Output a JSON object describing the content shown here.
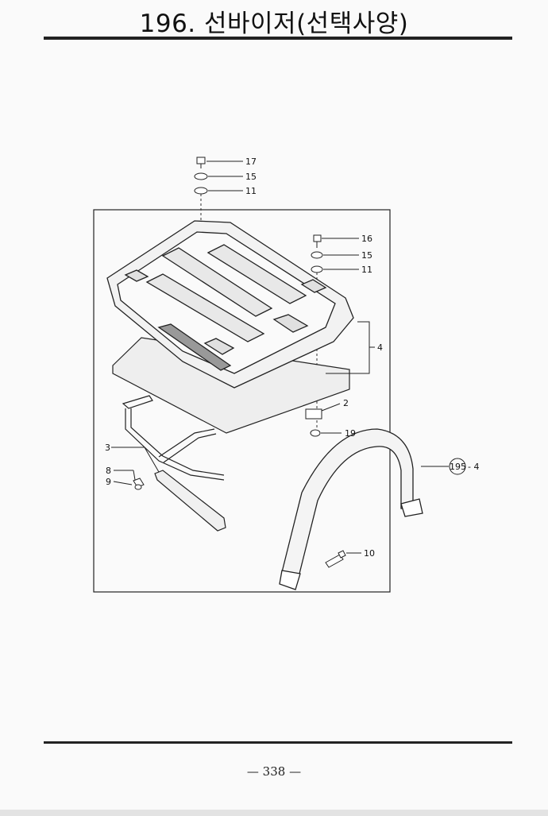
{
  "header": {
    "title": "196. 선바이저(선택사양)"
  },
  "footer": {
    "page_number": "— 338 —"
  },
  "callouts": {
    "c17": "17",
    "c15a": "15",
    "c11a": "11",
    "c16": "16",
    "c15b": "15",
    "c11b": "11",
    "c4": "4",
    "c2": "2",
    "c19": "19",
    "c3": "3",
    "c8": "8",
    "c9": "9",
    "c195": "195",
    "c195_suffix": "- 4",
    "c10": "10"
  }
}
